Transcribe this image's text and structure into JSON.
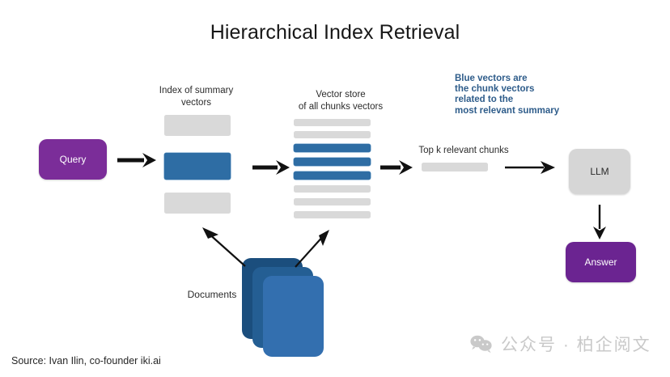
{
  "diagram": {
    "title": "Hierarchical Index Retrieval",
    "source": "Source: Ivan Ilin, co-founder iki.ai"
  },
  "nodes": {
    "query": "Query",
    "llm": "LLM",
    "answer": "Answer"
  },
  "labels": {
    "index_of_summary_vectors": "Index of summary\nvectors",
    "vector_store": "Vector store\nof all chunks vectors",
    "top_k_relevant_chunks": "Top k relevant chunks",
    "documents": "Documents"
  },
  "annotation": {
    "blue_vectors_note": "Blue vectors are\nthe chunk vectors\nrelated to the\nmost relevant summary"
  },
  "summary_index": {
    "bars": [
      {
        "state": "gray"
      },
      {
        "state": "blue"
      },
      {
        "state": "gray"
      }
    ]
  },
  "vector_store": {
    "bars": [
      {
        "state": "gray"
      },
      {
        "state": "gray"
      },
      {
        "state": "blue"
      },
      {
        "state": "blue"
      },
      {
        "state": "blue"
      },
      {
        "state": "gray"
      },
      {
        "state": "gray"
      },
      {
        "state": "gray"
      }
    ]
  },
  "top_k": {
    "bars": [
      {
        "state": "gray"
      }
    ]
  },
  "documents": {
    "cards": 3
  },
  "watermark": {
    "icon": "wechat-icon",
    "text": "公众号 · 柏企阅文"
  },
  "colors": {
    "purple_query": "#7B2D99",
    "purple_answer": "#6B2491",
    "gray_node": "#D6D6D6",
    "bar_gray": "#D9D9D9",
    "bar_blue": "#2E6DA4",
    "note_blue": "#2E5C8A",
    "doc_back": "#1B4E7D",
    "doc_mid": "#245E93",
    "doc_front": "#336FAF",
    "arrow_black": "#111111",
    "background": "#FFFFFF"
  }
}
